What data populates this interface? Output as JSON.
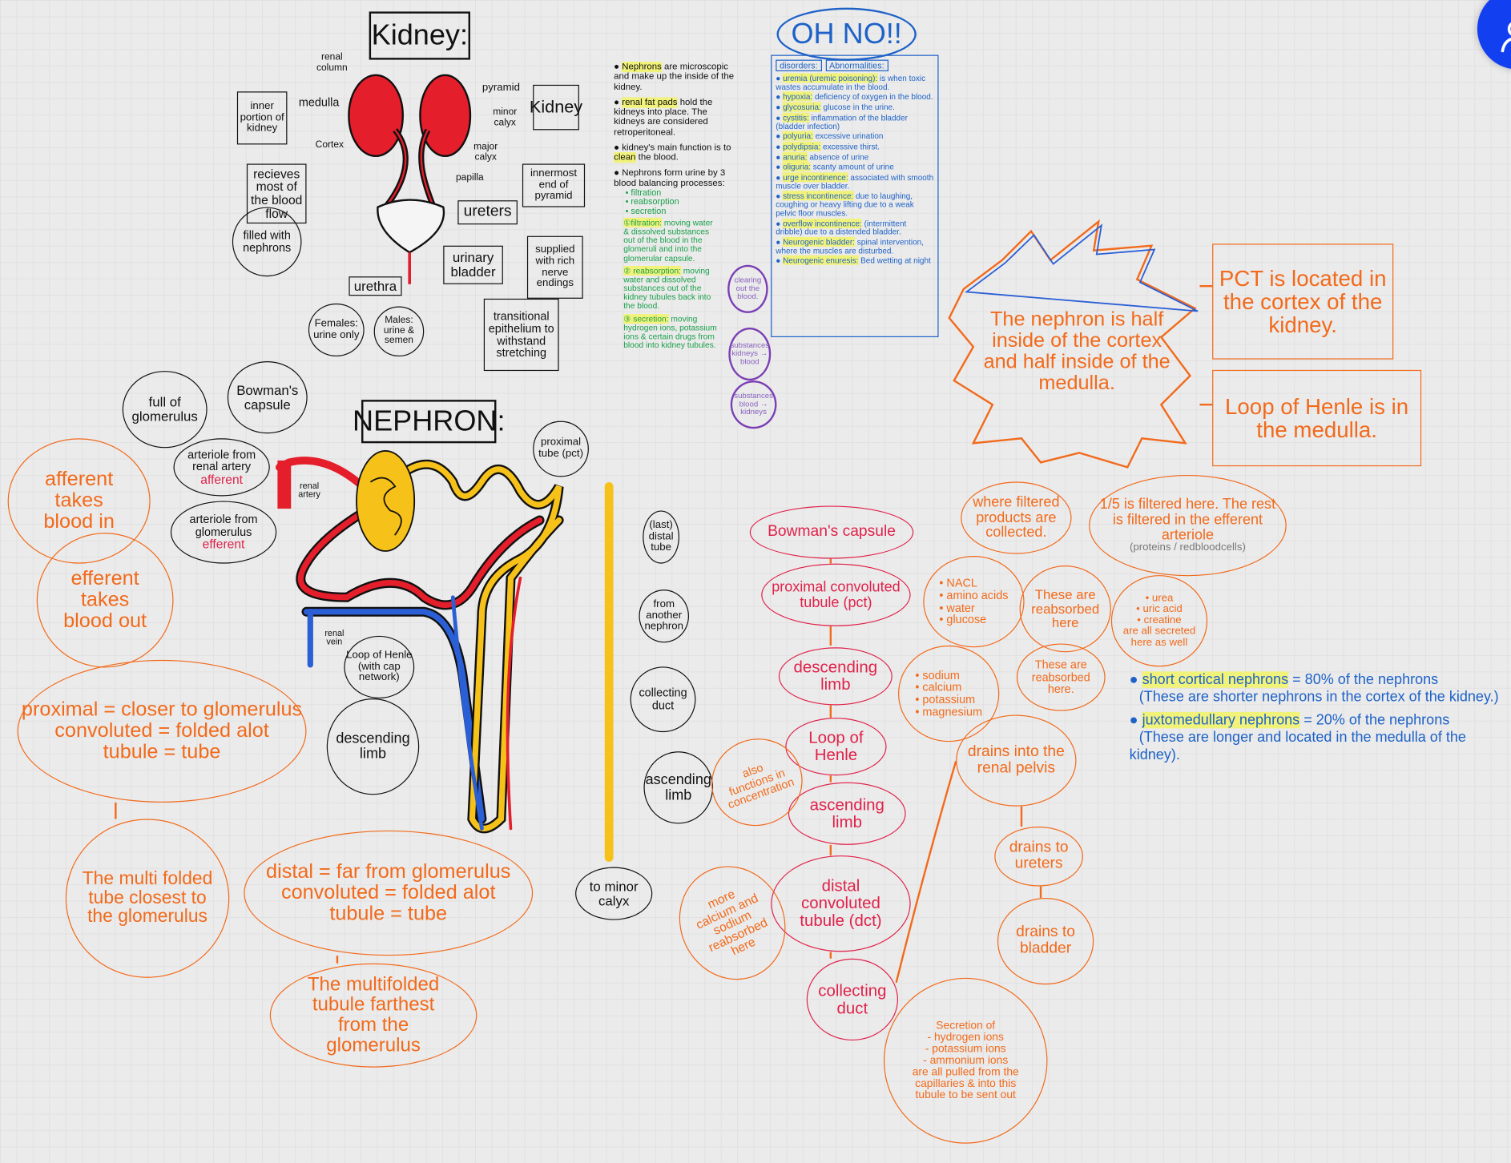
{
  "kidney": {
    "title": "Kidney:",
    "renal_column": "renal column",
    "medulla": "medulla",
    "cortex": "Cortex",
    "pyramid": "pyramid",
    "minor_calyx": "minor calyx",
    "major_calyx": "major calyx",
    "papilla": "papilla",
    "inner_portion": "inner portion of kidney",
    "receives": "recieves most of the blood flow",
    "filled": "filled with nephrons",
    "kidney_box": "Kidney",
    "innermost": "innermost end of pyramid",
    "ureters": "ureters",
    "supplied": "supplied with rich nerve endings",
    "bladder": "urinary bladder",
    "urethra": "urethra",
    "females": "Females: urine only",
    "males": "Males: urine & semen",
    "transitional": "transitional epithelium to withstand stretching"
  },
  "notes": {
    "b1": {
      "hl": "Nephrons",
      "rest": " are microscopic and make up the inside of the kidney."
    },
    "b2": {
      "hl": "renal fat pads",
      "rest": " hold the kidneys into place. The kidneys are considered retroperitoneal."
    },
    "b3": {
      "pre": "kidney's main function is to ",
      "hl": "clean",
      "rest": " the blood."
    },
    "b4": "Nephrons form urine by 3 blood balancing processes:",
    "processes": [
      "• filtration",
      "• reabsorption",
      "• secretion"
    ],
    "defs": [
      {
        "hl": "①filtration:",
        "rest": " moving water & dissolved substances out of the blood in the glomeruli and into the glomerular capsule."
      },
      {
        "hl": "② reabsorption:",
        "rest": " moving water and dissolved substances out of the kidney tubules back into the blood."
      },
      {
        "hl": "③ secretion:",
        "rest": " moving hydrogen ions, potassium ions & certain drugs from blood into kidney tubules."
      }
    ],
    "circles": [
      "clearing out the blood.",
      "substances kidneys → blood",
      "substances blood → kidneys"
    ]
  },
  "ohno": {
    "title": "OH NO!!",
    "headers": [
      "disorders:",
      "Abnormalities:"
    ],
    "items": [
      {
        "hl": "uremia (uremic poisoning):",
        "rest": " is when toxic wastes accumulate in the blood."
      },
      {
        "hl": "hypoxia:",
        "rest": " deficiency of oxygen in the blood."
      },
      {
        "hl": "glycosuria:",
        "rest": " glucose in the urine."
      },
      {
        "hl": "cystitis:",
        "rest": " inflammation of the bladder (bladder infection)"
      },
      {
        "hl": "polyuria:",
        "rest": " excessive urination"
      },
      {
        "hl": "polydipsia:",
        "rest": " excessive thirst."
      },
      {
        "hl": "anuria:",
        "rest": " absence of urine"
      },
      {
        "hl": "oliguria:",
        "rest": " scanty amount of urine"
      },
      {
        "hl": "urge incontinence:",
        "rest": " associated with smooth muscle over bladder."
      },
      {
        "hl": "stress incontinence:",
        "rest": " due to laughing, coughing or heavy lifting due to a weak pelvic floor muscles."
      },
      {
        "hl": "overflow incontinence:",
        "rest": " (intermittent dribble) due to a distended bladder."
      },
      {
        "hl": "Neurogenic bladder:",
        "rest": " spinal intervention, where the muscles are disturbed."
      },
      {
        "hl": "Neurogenic enuresis:",
        "rest": " Bed wetting at night"
      }
    ]
  },
  "star": {
    "text": "The nephron is half inside of the cortex and half inside of the medulla.",
    "pct": "PCT is located in the cortex of the kidney.",
    "loop": "Loop of Henle is in the medulla."
  },
  "nephron": {
    "title": "NEPHRON:",
    "full_glom": "full of glomerulus",
    "bowman": "Bowman's capsule",
    "art_renal": "arteriole from renal artery",
    "afferent": "afferent",
    "art_glom": "arteriole from glomerulus",
    "efferent": "efferent",
    "renal_artery": "renal artery",
    "renal_vein": "renal vein",
    "proximal": "proximal tube (pct)",
    "distal": "(last) distal tube",
    "another": "from another nephron",
    "collecting": "collecting duct",
    "ascending": "ascending limb",
    "minor_calyx": "to minor calyx",
    "loop": "Loop of Henle (with cap network)",
    "descending": "descending limb"
  },
  "left_notes": {
    "afferent": "afferent takes blood in",
    "efferent": "efferent takes blood out",
    "proximal_def": "proximal = closer to glomerulus\nconvoluted = folded alot\ntubule = tube",
    "proximal_desc": "The multi folded tube closest to the glomerulus",
    "distal_def": "distal = far from glomerulus\nconvoluted = folded alot\ntubule = tube",
    "distal_desc": "The multifolded tubule farthest from the glomerulus"
  },
  "flow": {
    "steps": [
      "Bowman's capsule",
      "proximal convoluted tubule (pct)",
      "descending limb",
      "Loop of Henle",
      "ascending limb",
      "distal convoluted tubule (dct)",
      "collecting duct"
    ],
    "collected": "where filtered products are collected.",
    "fifth": "1/5 is filtered here. The rest is filtered in the efferent arteriole",
    "fifth_note": "(proteins / redbloodcells)",
    "nacl": "• NACL\n• amino acids\n• water\n• glucose",
    "reabs1": "These are reabsorbed here",
    "urea": "• urea\n• uric acid\n• creatine\nare all secreted here as well",
    "sodium": "• sodium\n• calcium\n• potassium\n• magnesium",
    "reabs2": "These are reabsorbed here.",
    "pelvis": "drains into the renal pelvis",
    "concentration": "also functions in concentration",
    "ureters": "drains to ureters",
    "bladder": "drains to bladder",
    "calcium": "more calcium and sodium reabsorbed here",
    "secretion": "Secretion of\n- hydrogen ions\n- potassium ions\n- ammonium ions\nare all pulled from the capillaries & into this tubule to be sent out"
  },
  "types": [
    {
      "hl": "short cortical nephrons",
      "rest": " = 80% of the nephrons",
      "note": "(These are shorter nephrons in the cortex of the kidney.)"
    },
    {
      "hl": "juxtomedullary nephrons",
      "rest": " = 20% of the nephrons",
      "note": "(These are longer and located in the medulla of the kidney)."
    }
  ],
  "colors": {
    "orange": "#f26a1b",
    "crimson": "#e0224a",
    "blue": "#1e62c8",
    "green": "#18a04a",
    "highlight": "#f1f27a",
    "button": "#1240f0"
  }
}
